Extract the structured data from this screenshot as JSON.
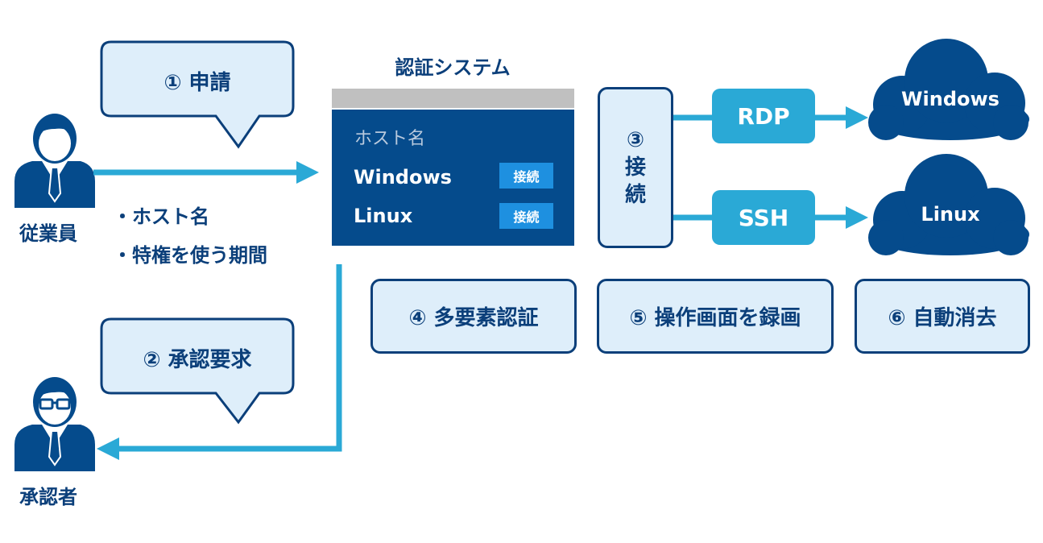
{
  "actors": {
    "employee": "従業員",
    "approver": "承認者"
  },
  "bubbles": {
    "request": "① 申請",
    "approval_request": "② 承認要求"
  },
  "request_items": [
    "・ホスト名",
    "・特権を使う期間"
  ],
  "auth_system": {
    "title": "認証システム",
    "column_header": "ホスト名",
    "rows": [
      {
        "host": "Windows",
        "button": "接続"
      },
      {
        "host": "Linux",
        "button": "接続"
      }
    ]
  },
  "connect_step": {
    "number": "③",
    "chars": [
      "接",
      "続"
    ]
  },
  "protocols": [
    "RDP",
    "SSH"
  ],
  "targets": [
    "Windows",
    "Linux"
  ],
  "features": [
    "④ 多要素認証",
    "⑤ 操作画面を録画",
    "⑥ 自動消去"
  ],
  "colors": {
    "navy": "#0b3f7a",
    "panel": "#054b8c",
    "light_fill": "#deeefa",
    "arrow": "#2aa9d6",
    "button": "#1e90e0",
    "header_bar": "#c0c0c0"
  }
}
